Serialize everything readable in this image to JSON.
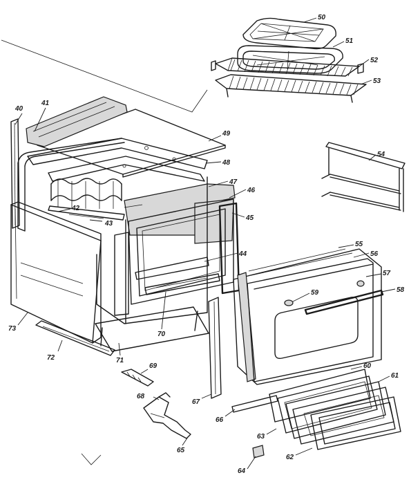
{
  "callouts": [
    {
      "id": "c40",
      "number": "40"
    },
    {
      "id": "c41",
      "number": "41"
    },
    {
      "id": "c42",
      "number": "42"
    },
    {
      "id": "c43",
      "number": "43"
    },
    {
      "id": "c44",
      "number": "44"
    },
    {
      "id": "c45",
      "number": "45"
    },
    {
      "id": "c46",
      "number": "46"
    },
    {
      "id": "c47",
      "number": "47"
    },
    {
      "id": "c48",
      "number": "48"
    },
    {
      "id": "c49",
      "number": "49"
    },
    {
      "id": "c50",
      "number": "50"
    },
    {
      "id": "c51",
      "number": "51"
    },
    {
      "id": "c52",
      "number": "52"
    },
    {
      "id": "c53",
      "number": "53"
    },
    {
      "id": "c54",
      "number": "54"
    },
    {
      "id": "c55",
      "number": "55"
    },
    {
      "id": "c56",
      "number": "56"
    },
    {
      "id": "c57",
      "number": "57"
    },
    {
      "id": "c58",
      "number": "58"
    },
    {
      "id": "c59",
      "number": "59"
    },
    {
      "id": "c60",
      "number": "60"
    },
    {
      "id": "c61",
      "number": "61"
    },
    {
      "id": "c62",
      "number": "62"
    },
    {
      "id": "c63",
      "number": "63"
    },
    {
      "id": "c64",
      "number": "64"
    },
    {
      "id": "c65",
      "number": "65"
    },
    {
      "id": "c66",
      "number": "66"
    },
    {
      "id": "c67",
      "number": "67"
    },
    {
      "id": "c68",
      "number": "68"
    },
    {
      "id": "c69",
      "number": "69"
    },
    {
      "id": "c70",
      "number": "70"
    },
    {
      "id": "c71",
      "number": "71"
    },
    {
      "id": "c72",
      "number": "72"
    },
    {
      "id": "c73",
      "number": "73"
    }
  ]
}
